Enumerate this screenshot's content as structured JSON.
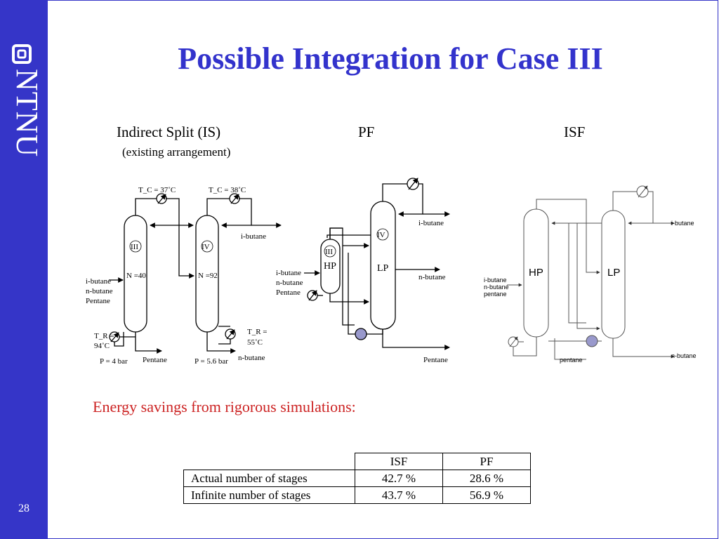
{
  "sidebar": {
    "logo_text": "NTNU",
    "page_number": "28"
  },
  "slide": {
    "title": "Possible Integration for Case III",
    "energy_note": "Energy savings from rigorous simulations:"
  },
  "diagrams": {
    "is": {
      "heading": "Indirect Split (IS)",
      "subheading": "(existing arrangement)",
      "col_iii": {
        "id": "III",
        "stages": "N =40",
        "pressure": "P = 4 bar",
        "condenser": "T_C = 37˚C",
        "reboiler_line1": "T_R =",
        "reboiler_line2": "94˚C"
      },
      "col_iv": {
        "id": "IV",
        "stages": "N =92",
        "pressure": "P = 5.6 bar",
        "condenser": "T_C = 38˚C",
        "reboiler_line1": "T_R =",
        "reboiler_line2": "55˚C"
      },
      "feed": [
        "i-butane",
        "n-butane",
        "Pentane"
      ],
      "products": {
        "top": "i-butane",
        "bottom_iii": "Pentane",
        "bottom_iv": "n-butane"
      }
    },
    "pf": {
      "heading": "PF",
      "col_iii": {
        "id": "III",
        "label": "HP"
      },
      "col_iv": {
        "id": "IV",
        "label": "LP"
      },
      "feed": [
        "i-butane",
        "n-butane",
        "Pentane"
      ],
      "products": {
        "top": "i-butane",
        "side": "n-butane",
        "bottom": "Pentane"
      }
    },
    "isf": {
      "heading": "ISF",
      "col_hp": "HP",
      "col_lp": "LP",
      "feed": [
        "i-butane",
        "n-butane",
        "pentane"
      ],
      "products": {
        "top": "i-butane",
        "bottom_hp": "pentane",
        "bottom_lp": "n-butane"
      }
    }
  },
  "table": {
    "headers": [
      "ISF",
      "PF"
    ],
    "rows": [
      {
        "label": "Actual number of stages",
        "isf": "42.7 %",
        "pf": "28.6 %"
      },
      {
        "label": "Infinite number of stages",
        "isf": "43.7 %",
        "pf": "56.9 %"
      }
    ]
  },
  "colors": {
    "sidebar": "#3535c8",
    "title": "#3333cc",
    "energy_note": "#cc2222",
    "heat_integrated_exchanger": "#9999cc"
  }
}
